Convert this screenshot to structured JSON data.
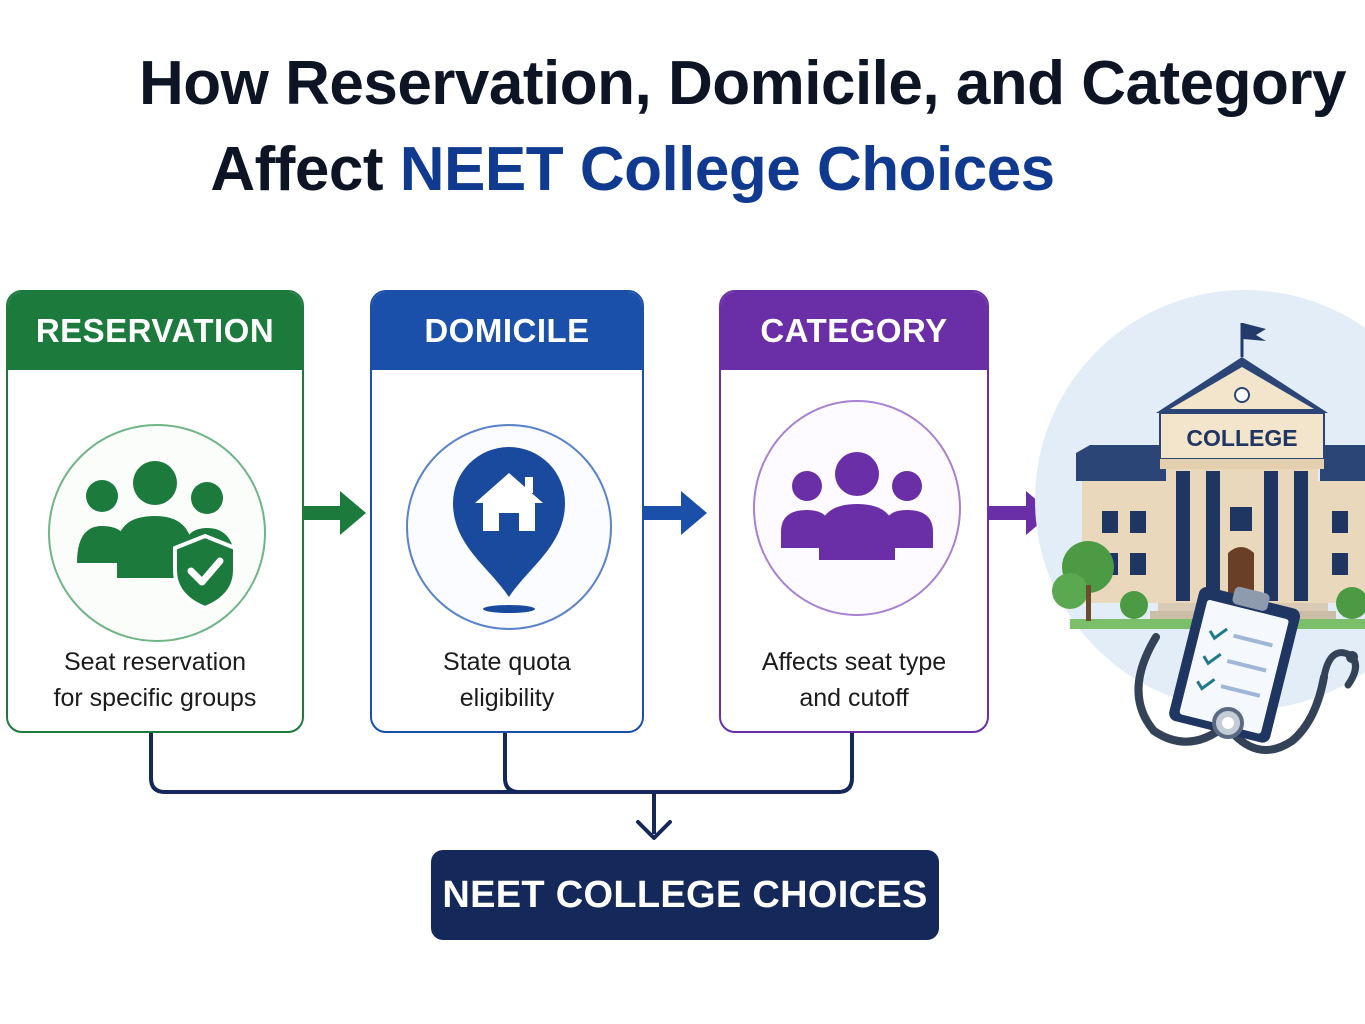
{
  "title": {
    "line1": "How Reservation, Domicile, and Category",
    "line2_prefix": "Affect",
    "line2_highlight": "NEET College Choices"
  },
  "cards": [
    {
      "heading": "RESERVATION",
      "desc_line1": "Seat reservation",
      "desc_line2": "for specific groups",
      "color": "#1b7a3c",
      "icon": "group-shield-check-icon"
    },
    {
      "heading": "DOMICILE",
      "desc_line1": "State quota",
      "desc_line2": "eligibility",
      "color": "#1a4faa",
      "icon": "location-pin-home-icon"
    },
    {
      "heading": "CATEGORY",
      "desc_line1": "Affects seat type",
      "desc_line2": "and cutoff",
      "color": "#6a2fa7",
      "icon": "people-group-icon"
    }
  ],
  "college": {
    "sign": "COLLEGE",
    "icon": "college-building-icon"
  },
  "result": {
    "label": "NEET COLLEGE CHOICES",
    "color": "#14285a"
  }
}
